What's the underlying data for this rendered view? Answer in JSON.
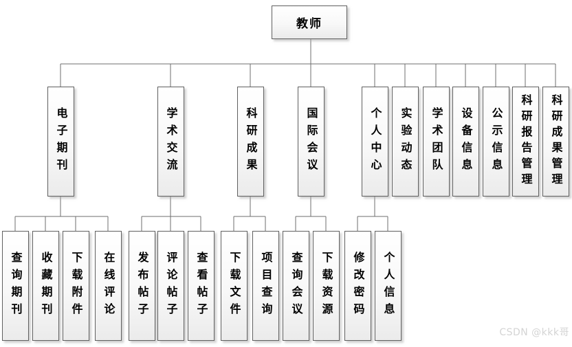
{
  "tree": {
    "root": "教师",
    "branches": [
      {
        "label": "电子期刊",
        "children": [
          "查询期刊",
          "收藏期刊",
          "下载附件",
          "在线评论"
        ]
      },
      {
        "label": "学术交流",
        "children": [
          "发布帖子",
          "评论帖子",
          "查看帖子"
        ]
      },
      {
        "label": "科研成果",
        "children": [
          "下载文件",
          "项目查询"
        ]
      },
      {
        "label": "国际会议",
        "children": [
          "查询会议",
          "下载资源"
        ]
      },
      {
        "label": "个人中心",
        "children": [
          "修改密码",
          "个人信息"
        ]
      },
      {
        "label": "实验动态",
        "children": []
      },
      {
        "label": "学术团队",
        "children": []
      },
      {
        "label": "设备信息",
        "children": []
      },
      {
        "label": "公示信息",
        "children": []
      },
      {
        "label": "科研报告管理",
        "children": []
      },
      {
        "label": "科研成果管理",
        "children": []
      }
    ]
  },
  "watermark": {
    "text": "CSDN @kkk哥"
  },
  "colors": {
    "line": "#6e6e6e",
    "border": "#5f5f5f",
    "shadow": "#aaaaaa"
  }
}
